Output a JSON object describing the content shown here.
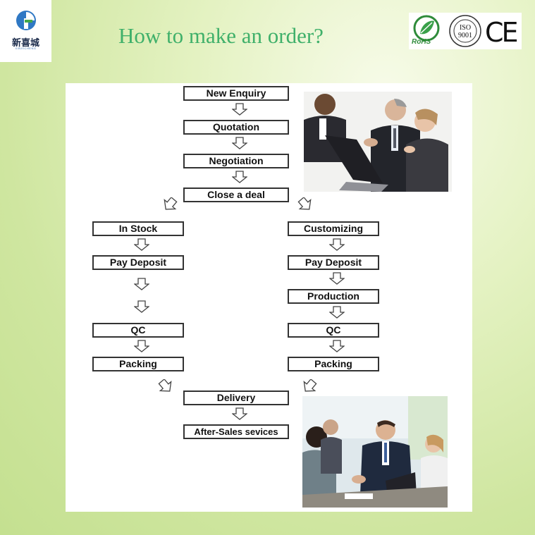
{
  "logo": {
    "name": "新喜城",
    "sub": "XINXICHENG"
  },
  "title": "How to make an order?",
  "certs": {
    "rohs": "RoHS",
    "iso": "ISO",
    "iso_num": "9001",
    "ce": "CE"
  },
  "flow": {
    "new_enquiry": "New Enquiry",
    "quotation": "Quotation",
    "negotiation": "Negotiation",
    "close_deal": "Close a deal",
    "left": {
      "in_stock": "In Stock",
      "pay_deposit": "Pay Deposit",
      "qc": "QC",
      "packing": "Packing"
    },
    "right": {
      "customizing": "Customizing",
      "pay_deposit": "Pay Deposit",
      "production": "Production",
      "qc": "QC",
      "packing": "Packing"
    },
    "delivery": "Delivery",
    "after_sales": "After-Sales sevices"
  },
  "colors": {
    "title": "#3fb06a",
    "box_border": "#333333",
    "background": "#d8ebb0"
  }
}
